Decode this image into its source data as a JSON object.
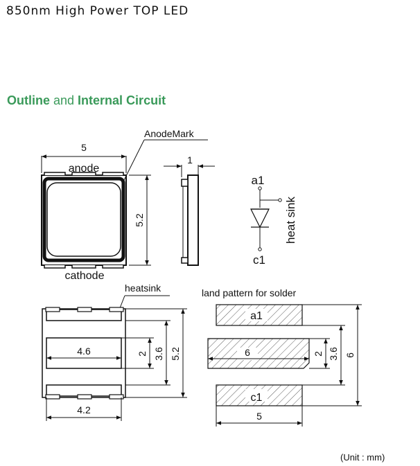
{
  "title": "850nm High Power TOP LED",
  "section": {
    "part1": "Outline",
    "part2": " and ",
    "part3": "Internal Circuit"
  },
  "top_view": {
    "width": "5",
    "height": "5.2",
    "anode": "anode",
    "cathode": "cathode",
    "anode_mark": "AnodeMark"
  },
  "side_view": {
    "thickness": "1"
  },
  "circuit": {
    "a1": "a1",
    "c1": "c1",
    "heat_sink": "heat sink"
  },
  "bottom_view": {
    "heatsink": "heatsink",
    "pad_width": "4.6",
    "pad_height": "2",
    "inner_height": "3.6",
    "total_height": "5.2",
    "base_width": "4.2"
  },
  "land_pattern": {
    "title": "land pattern for solder",
    "a1": "a1",
    "c1": "c1",
    "center_width": "6",
    "center_height": "2",
    "inner_height": "3.6",
    "total_height": "6",
    "base_width": "5"
  },
  "unit_note": "(Unit : mm)"
}
